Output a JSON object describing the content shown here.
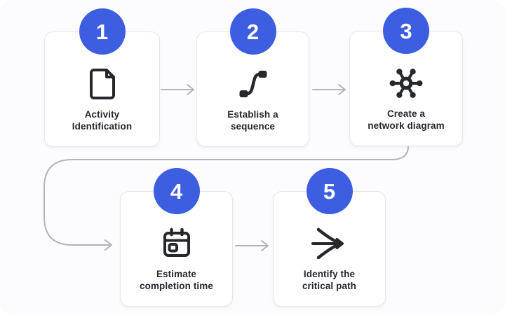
{
  "colors": {
    "badge_blue": "#3d5ee1",
    "icon_dark": "#26282c",
    "connector_gray": "#b3b4b8",
    "card_border": "#e6e7eb",
    "card_bg": "#ffffff",
    "canvas_bg": "#fcfcfe",
    "label_color": "#26282c"
  },
  "steps": [
    {
      "number": "1",
      "icon": "document-icon",
      "lines": [
        "Activity",
        "Identification"
      ]
    },
    {
      "number": "2",
      "icon": "route-icon",
      "lines": [
        "Establish a",
        "sequence"
      ]
    },
    {
      "number": "3",
      "icon": "network-icon",
      "lines": [
        "Create a",
        "network diagram"
      ]
    },
    {
      "number": "4",
      "icon": "calendar-icon",
      "lines": [
        "Estimate",
        "completion time"
      ]
    },
    {
      "number": "5",
      "icon": "merge-arrow-icon",
      "lines": [
        "Identify the",
        "critical path"
      ]
    }
  ]
}
